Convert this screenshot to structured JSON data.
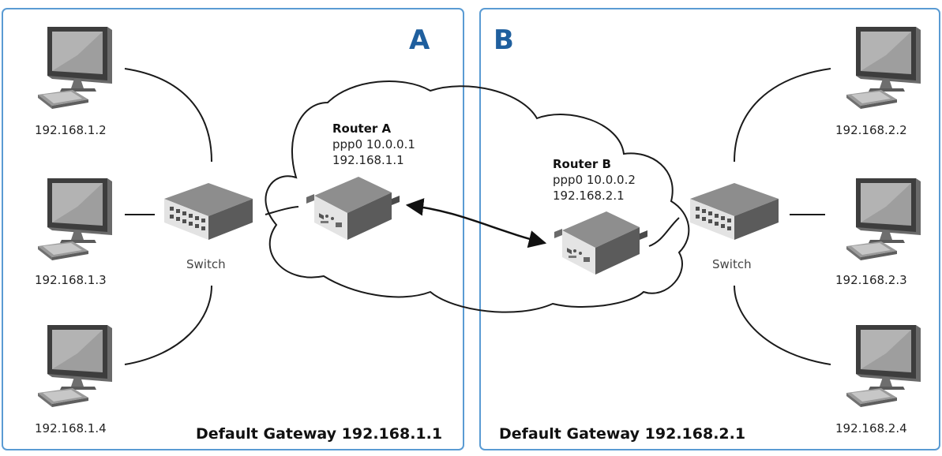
{
  "colors": {
    "panel_border": "#5a9bd3",
    "letter": "#1f5f9e",
    "line": "#1a1a1a",
    "device_top": "#8c8c8c",
    "device_side": "#5e5e5e",
    "device_front": "#e6e6e6"
  },
  "network_a": {
    "letter": "A",
    "router": {
      "name": "Router A",
      "ppp": "ppp0 10.0.0.1",
      "lan": "192.168.1.1"
    },
    "switch_label": "Switch",
    "hosts": [
      "192.168.1.2",
      "192.168.1.3",
      "192.168.1.4"
    ],
    "gateway": "Default Gateway 192.168.1.1"
  },
  "network_b": {
    "letter": "B",
    "router": {
      "name": "Router B",
      "ppp": "ppp0 10.0.0.2",
      "lan": "192.168.2.1"
    },
    "switch_label": "Switch",
    "hosts": [
      "192.168.2.2",
      "192.168.2.3",
      "192.168.2.4"
    ],
    "gateway": "Default Gateway 192.168.2.1"
  },
  "icons": {
    "computer": "desktop-computer-icon",
    "switch": "network-switch-icon",
    "router": "router-icon",
    "cloud": "cloud-icon",
    "link": "double-arrow-icon"
  }
}
